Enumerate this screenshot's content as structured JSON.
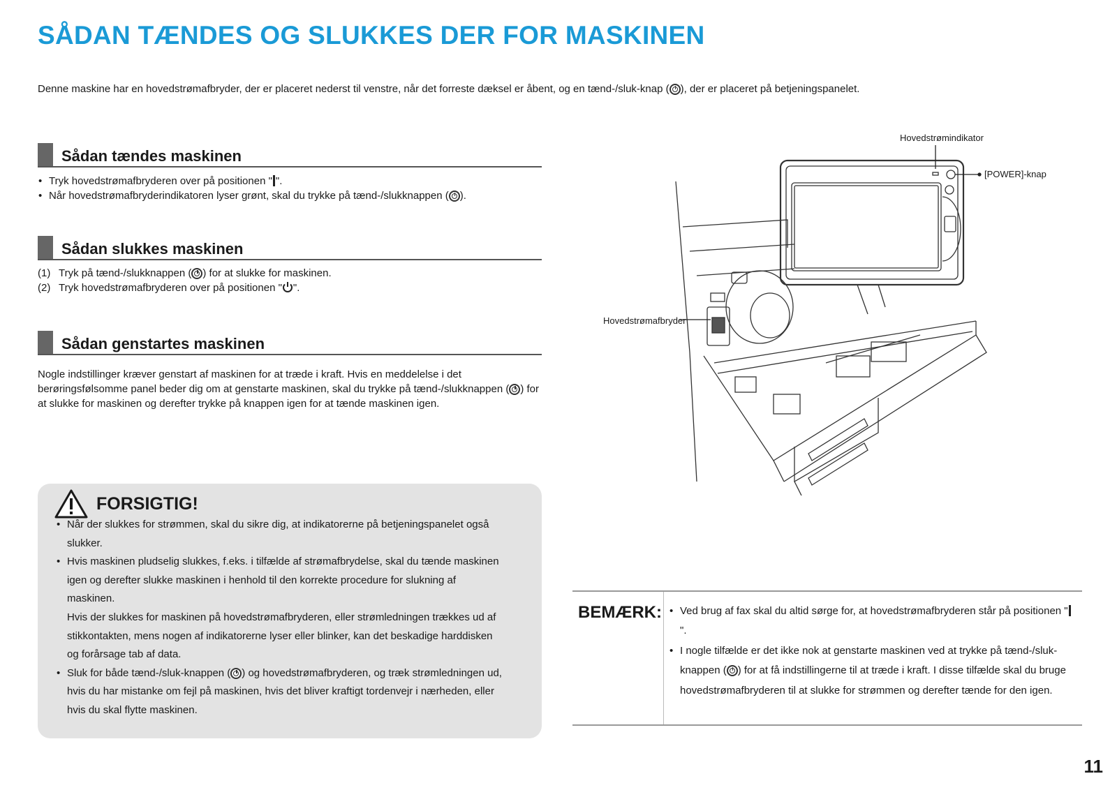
{
  "title": "SÅDAN TÆNDES OG SLUKKES DER FOR MASKINEN",
  "intro": {
    "before": "Denne maskine har en hovedstrømafbryder, der er placeret nederst til venstre, når det forreste dæksel er åbent, og en tænd-/sluk-knap (",
    "after": "), der er placeret på betjeningspanelet."
  },
  "sections": {
    "on": {
      "heading": "Sådan tændes maskinen",
      "b1_before": "Tryk hovedstrømafbryderen over på positionen \"",
      "b1_after": "\".",
      "b2_before": "Når hovedstrømafbryderindikatoren lyser grønt, skal du trykke på tænd-/slukknappen (",
      "b2_after": ")."
    },
    "off": {
      "heading": "Sådan slukkes maskinen",
      "s1_num": "(1)",
      "s1_before": "Tryk på tænd-/slukknappen (",
      "s1_after": ") for at slukke for maskinen.",
      "s2_num": "(2)",
      "s2_before": "Tryk hovedstrømafbryderen over på positionen \"",
      "s2_after": "\"."
    },
    "restart": {
      "heading": "Sådan genstartes maskinen",
      "p_before": "Nogle indstillinger kræver genstart af maskinen for at træde i kraft. Hvis en meddelelse i det berøringsfølsomme panel beder dig om at genstarte maskinen, skal du trykke på tænd-/slukknappen (",
      "p_after": ") for at slukke for maskinen og derefter trykke på knappen igen for at tænde maskinen igen."
    }
  },
  "caution": {
    "title": "FORSIGTIG!",
    "b1": "Når der slukkes for strømmen, skal du sikre dig, at indikatorerne på betjeningspanelet også slukker.",
    "b2a": "Hvis maskinen pludselig slukkes, f.eks. i tilfælde af strømafbrydelse, skal du tænde maskinen igen og derefter slukke maskinen i henhold til den korrekte procedure for slukning af maskinen.",
    "b2b": "Hvis der slukkes for maskinen på hovedstrømafbryderen, eller strømledningen trækkes ud af stikkontakten, mens nogen af indikatorerne lyser eller blinker, kan det beskadige harddisken og forårsage tab af data.",
    "b3_before": "Sluk for både tænd-/sluk-knappen (",
    "b3_after": ") og hovedstrømafbryderen, og træk strømledningen ud, hvis du har mistanke om fejl på maskinen, hvis det bliver kraftigt tordenvejr i nærheden, eller hvis du skal flytte maskinen."
  },
  "diagram": {
    "label_indicator": "Hovedstrømindikator",
    "label_power": "[POWER]-knap",
    "label_switch": "Hovedstrømafbryder"
  },
  "note": {
    "label": "BEMÆRK:",
    "b1_before": "Ved brug af fax skal du altid sørge for, at hovedstrømafbryderen står på positionen \"",
    "b1_after": "\".",
    "b2_before": "I nogle tilfælde er det ikke nok at genstarte maskinen ved at trykke på tænd-/sluk-knappen (",
    "b2_after": ") for at få indstillingerne til at træde i kraft. I disse tilfælde skal du bruge hovedstrømafbryderen til at slukke for strømmen og derefter tænde for den igen."
  },
  "page_number": "11",
  "colors": {
    "title": "#1a9ad6",
    "caution_bg": "#e3e3e3"
  }
}
